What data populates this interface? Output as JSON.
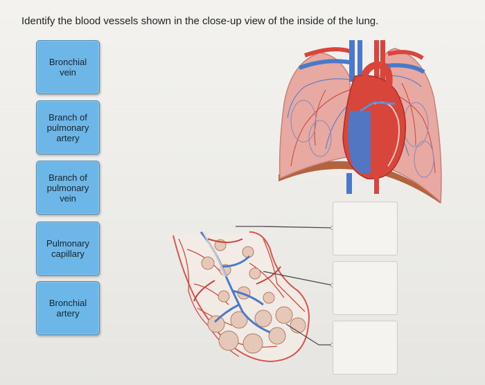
{
  "question": {
    "text": "Identify the blood vessels shown in the close-up view of the inside of the lung."
  },
  "answer_tiles": [
    {
      "label": "Bronchial\nvein"
    },
    {
      "label": "Branch of\npulmonary\nartery"
    },
    {
      "label": "Branch of\npulmonary\nvein"
    },
    {
      "label": "Pulmonary\ncapillary"
    },
    {
      "label": "Bronchial\nartery"
    }
  ],
  "drop_targets": [
    {
      "value": ""
    },
    {
      "value": ""
    },
    {
      "value": ""
    }
  ],
  "images": [
    {
      "icon": "lungs-heart-illustration"
    },
    {
      "icon": "alveoli-closeup-illustration"
    }
  ],
  "colors": {
    "tile_fill": "#6cb6e8",
    "artery_red": "#d8453a",
    "vein_blue": "#4b79c9",
    "lung_pink": "#e7a9a2"
  }
}
